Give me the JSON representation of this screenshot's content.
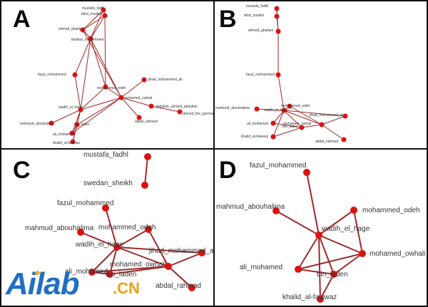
{
  "colors": {
    "edge": "#9e2a2a",
    "node": "#dd1111",
    "label": "#333333",
    "border": "#111111",
    "logo_blue": "#1f6fc4",
    "logo_orange": "#e8a21a"
  },
  "watermark": {
    "brand": "Ailab",
    "suffix": ".CN"
  },
  "panels": [
    {
      "key": "A",
      "letter": "A",
      "font": 5,
      "nodes": {
        "mustafa_fadhl": "mustafa_fadhl",
        "fahd_msalim": "fahd_msalim",
        "ahmed_ghailani": "ahmed_ghailani",
        "khalfan_mohammed": "khalfan_mohammed",
        "fazul_mohammed": "fazul_mohammed",
        "mohammed_odeh": "mohammed_odeh",
        "jihad_mohammed_ali": "jihad_mohammed_ali",
        "mohamed_owhali": "mohamed_owhali",
        "abdullah_ahmed_abdullah": "abdullah_ahmed_abdullah",
        "ahmed_the_german": "ahmed_the_german",
        "abdal_rahmad": "abdal_rahmad",
        "wadih_el_hage": "wadih_el_hage",
        "mahmud_abouhalima": "mahmud_abouhalima",
        "bin_laden": "bin_laden",
        "ali_mohamed": "ali_mohamed",
        "khalid_al_fawwaz": "khalid_al-fawwaz"
      }
    },
    {
      "key": "B",
      "letter": "B",
      "font": 5,
      "nodes": {
        "mustafa_fadhl": "mustafa_fadhl",
        "fahd_msalim": "fahd_msalim",
        "ahmed_ghailani": "ahmed_ghailani",
        "fazul_mohammed": "fazul_mohammed",
        "mohammed_odeh": "mohammed_odeh",
        "mahmud_abouhalima": "mahmud_abouhalima",
        "wadih_el_hage": "wadih_el_hage",
        "jihad_mohammed_ali": "jihad_mohammed_ali",
        "ali_mohamed": "ali_mohamed",
        "mohamed_owhali": "mohamed_owhali",
        "bin_laden": "bin_laden",
        "khalid_al_fawwaz": "khalid_al-fawwaz",
        "abdal_rahmad": "abdal_rahmad"
      }
    },
    {
      "key": "C",
      "letter": "C",
      "font": 10,
      "nodes": {
        "mustafa_fadhl": "mustafa_fadhl",
        "swedan_sheikh": "swedan_sheikh",
        "fazul_mohammed": "fazul_mohammed",
        "mohammed_odeh": "mohammed_odeh",
        "mahmud_abouhalima": "mahmud_abouhalima",
        "wadih_el_hage": "wadih_el_hage",
        "jihad_mohammed_ali": "jihad_mohammed_ali",
        "mohamed_owhali": "mohamed_owhali",
        "ali_mohamed": "ali_mohamed",
        "bin_laden": "bin_laden",
        "abdal_rahmad": "abdal_rahmad"
      }
    },
    {
      "key": "D",
      "letter": "D",
      "font": 10,
      "nodes": {
        "fazul_mohammed": "fazul_mohammed",
        "mahmud_abouhalima": "mahmud_abouhalima",
        "mohammed_odeh": "mohammed_odeh",
        "wadih_el_hage": "wadih_el_hage",
        "mohamed_owhali": "mohamed_owhali",
        "ali_mohamed": "ali_mohamed",
        "bin_laden": "bin_laden",
        "khalid_al_fawwaz": "khalid_al-fawwaz"
      }
    }
  ]
}
